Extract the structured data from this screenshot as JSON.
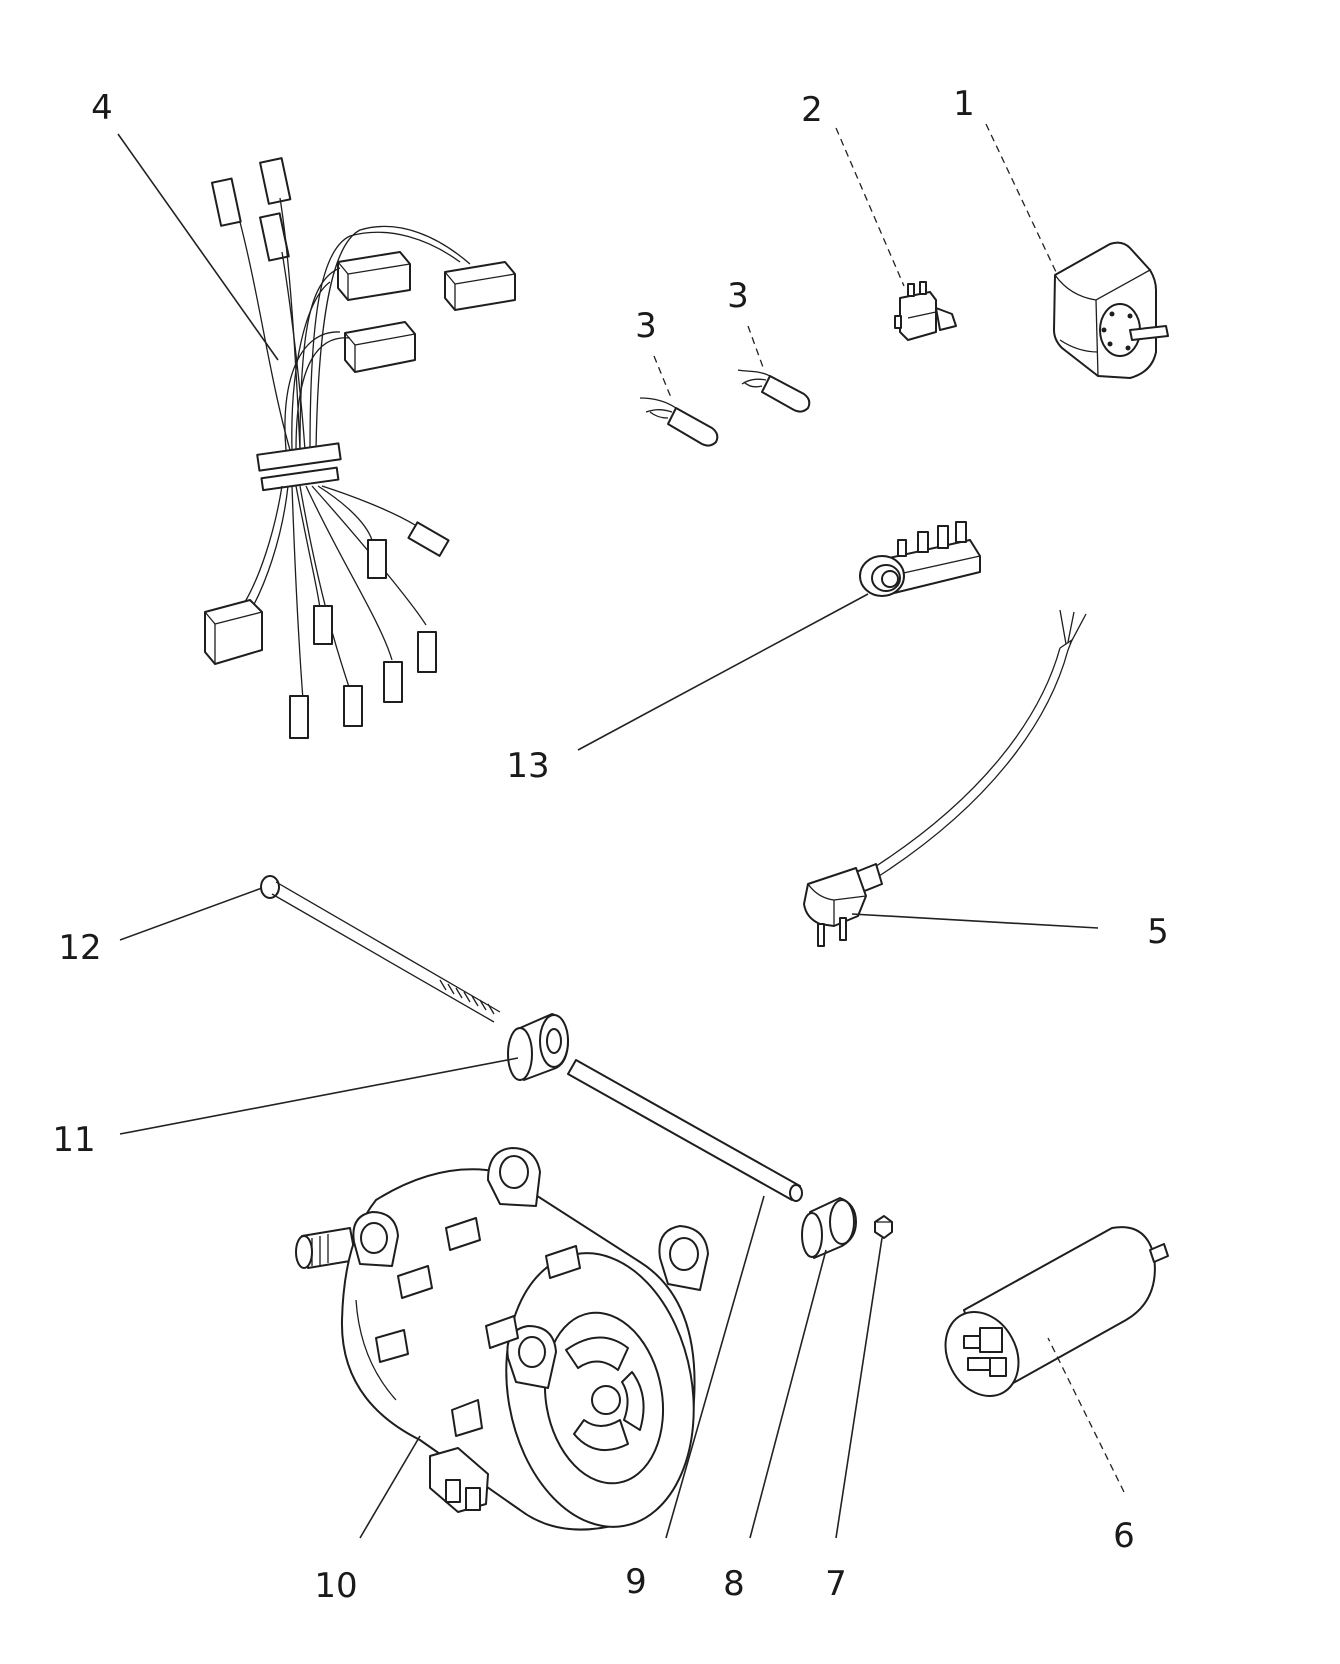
{
  "callouts": [
    {
      "id": "c1",
      "label": "1"
    },
    {
      "id": "c2",
      "label": "2"
    },
    {
      "id": "c3a",
      "label": "3"
    },
    {
      "id": "c3b",
      "label": "3"
    },
    {
      "id": "c4",
      "label": "4"
    },
    {
      "id": "c5",
      "label": "5"
    },
    {
      "id": "c6",
      "label": "6"
    },
    {
      "id": "c7",
      "label": "7"
    },
    {
      "id": "c8",
      "label": "8"
    },
    {
      "id": "c9",
      "label": "9"
    },
    {
      "id": "c10",
      "label": "10"
    },
    {
      "id": "c11",
      "label": "11"
    },
    {
      "id": "c12",
      "label": "12"
    },
    {
      "id": "c13",
      "label": "13"
    }
  ]
}
